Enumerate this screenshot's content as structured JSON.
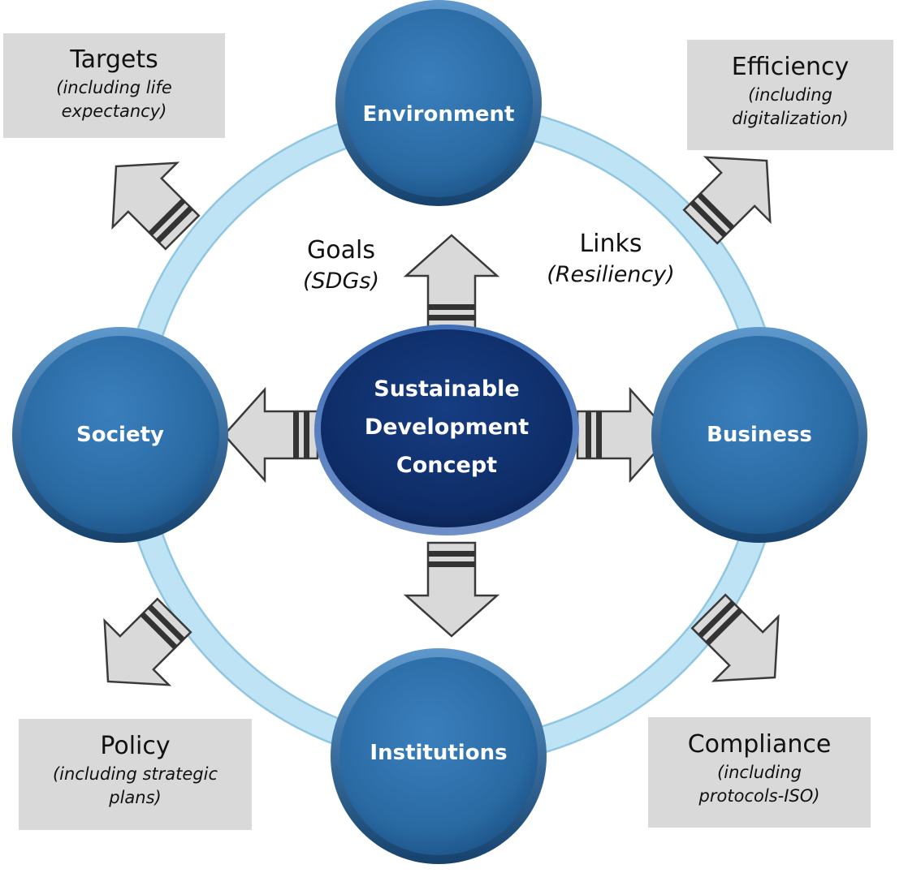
{
  "center": {
    "line1": "Sustainable",
    "line2": "Development",
    "line3": "Concept"
  },
  "nodes": {
    "environment": "Environment",
    "society": "Society",
    "business": "Business",
    "institutions": "Institutions"
  },
  "labels": {
    "goals": {
      "title": "Goals",
      "sub": "(SDGs)"
    },
    "links": {
      "title": "Links",
      "sub": "(Resiliency)"
    }
  },
  "boxes": {
    "targets": {
      "title": "Targets",
      "sub1": "(including life",
      "sub2": "expectancy)"
    },
    "efficiency": {
      "title": "Efficiency",
      "sub1": "(including",
      "sub2": "digitalization)"
    },
    "policy": {
      "title": "Policy",
      "sub1": "(including strategic",
      "sub2": "plans)"
    },
    "compliance": {
      "title": "Compliance",
      "sub1": "(including",
      "sub2": "protocols-ISO)"
    }
  },
  "colors": {
    "ring": "#bde3f4",
    "ring_edge": "#8fc6e2",
    "node_fill": "#2e6da4",
    "node_edge": "#1b4a78",
    "center_fill": "#0f2f6b",
    "arrow_fill": "#d9d9d9",
    "arrow_edge": "#3a3a3a",
    "box_fill": "#d9d9d9"
  }
}
